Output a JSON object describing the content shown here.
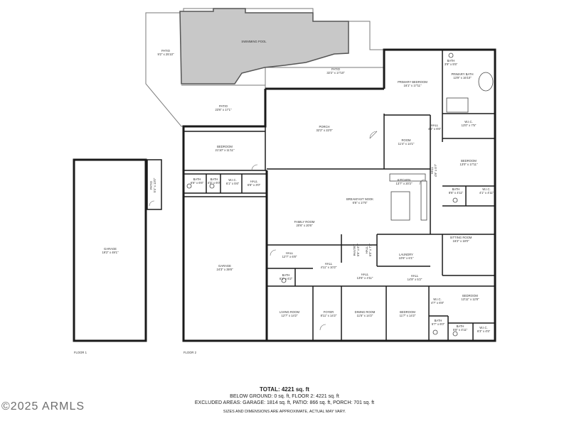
{
  "rooms": {
    "swimming_pool": {
      "name": "SWIMMING POOL",
      "dims": ""
    },
    "patio_w": {
      "name": "PATIO",
      "dims": "9'2\" x 25'10\""
    },
    "patio_mid": {
      "name": "PATIO",
      "dims": "23'6\" x 17'1\""
    },
    "patio_n": {
      "name": "PATIO",
      "dims": "32'2\" x 17'10\""
    },
    "porch": {
      "name": "PORCH",
      "dims": "32'2\" x 22'0\""
    },
    "primary_bedroom": {
      "name": "PRIMARY BEDROOM",
      "dims": "16'1\" x 17'11\""
    },
    "primary_bath": {
      "name": "PRIMARY BATH",
      "dims": "13'9\" x 16'10\""
    },
    "bath_primary_wc": {
      "name": "BATH",
      "dims": "3'9\" x 5'5\""
    },
    "wic_primary": {
      "name": "W.I.C.",
      "dims": "13'0\" x 7'5\""
    },
    "room": {
      "name": "ROOM",
      "dims": "11'4\" x 14'1\""
    },
    "hall_a": {
      "name": "HALL",
      "dims": "4'5\" x 6'6\""
    },
    "hall_b": {
      "name": "HALL",
      "dims": "4'9\" x 5'7\""
    },
    "bedroom_nw": {
      "name": "BEDROOM",
      "dims": "21'10\" x 11'11\""
    },
    "bath_a": {
      "name": "BATH",
      "dims": "6'6\" x 6'6\""
    },
    "bath_b": {
      "name": "BATH",
      "dims": "4'3\" x 6'0\""
    },
    "wic_a": {
      "name": "W.I.C.",
      "dims": "6'1\" x 5'6\""
    },
    "hall_c": {
      "name": "HALL",
      "dims": "6'8\" x 3'0\""
    },
    "bedroom_e": {
      "name": "BEDROOM",
      "dims": "13'0\" x 17'11\""
    },
    "bath_c": {
      "name": "BATH",
      "dims": "8'6\" x 4'11\""
    },
    "wic_b": {
      "name": "W.I.C.",
      "dims": "4'1\" x 4'11\""
    },
    "kitchen": {
      "name": "KITCHEN",
      "dims": "13'7\" x 20'2\""
    },
    "breakfast_nook": {
      "name": "BREAKFAST NOOK",
      "dims": "6'6\" x 17'6\""
    },
    "family_room": {
      "name": "FAMILY ROOM",
      "dims": "20'6\" x 20'6\""
    },
    "pantry": {
      "name": "PANTRY",
      "dims": "5'6\" x 8'1\""
    },
    "hall_d": {
      "name": "HALL",
      "dims": "6'0\" x 7'2\""
    },
    "laundry": {
      "name": "LAUNDRY",
      "dims": "10'6\" x 6'1\""
    },
    "sitting_room": {
      "name": "SITTING ROOM",
      "dims": "16'2\" x 18'0\""
    },
    "garage_main": {
      "name": "GARAGE",
      "dims": "24'3\" x 39'8\""
    },
    "hall_e": {
      "name": "HALL",
      "dims": "12'7\" x 6'8\""
    },
    "hall_f": {
      "name": "HALL",
      "dims": "4'11\" x 10'2\""
    },
    "hall_g": {
      "name": "HALL",
      "dims": "13'6\" x 4'11\""
    },
    "hall_h": {
      "name": "HALL",
      "dims": "14'9\" x 5'2\""
    },
    "bath_d": {
      "name": "BATH",
      "dims": "6'1\" x 6'2\""
    },
    "living_room": {
      "name": "LIVING ROOM",
      "dims": "12'7\" x 14'2\""
    },
    "foyer": {
      "name": "FOYER",
      "dims": "8'11\" x 14'2\""
    },
    "dining_room": {
      "name": "DINING ROOM",
      "dims": "11'5\" x 14'2\""
    },
    "bedroom_s": {
      "name": "BEDROOM",
      "dims": "11'7\" x 14'2\""
    },
    "wic_c": {
      "name": "W.I.C.",
      "dims": "4'7\" x 6'8\""
    },
    "bedroom_se": {
      "name": "BEDROOM",
      "dims": "13'11\" x 12'8\""
    },
    "bath_e": {
      "name": "BATH",
      "dims": "5'7\" x 6'0\""
    },
    "bath_f": {
      "name": "BATH",
      "dims": "5'8\" x 4'11\""
    },
    "wic_d": {
      "name": "W.I.C.",
      "dims": "6'3\" x 4'5\""
    },
    "garage_detached": {
      "name": "GARAGE",
      "dims": "19'2\" x 49'1\""
    },
    "patio_small": {
      "name": "PATIO",
      "dims": "5'4\" x 13'0\""
    }
  },
  "floors": {
    "floor1": "FLOOR 1",
    "floor2": "FLOOR 2"
  },
  "totals": {
    "total": "TOTAL: 4221 sq. ft",
    "line2": "BELOW GROUND: 0 sq. ft, FLOOR 2: 4221 sq. ft",
    "line3": "EXCLUDED AREAS: GARAGE: 1814 sq. ft, PATIO: 866 sq. ft, PORCH: 701 sq. ft",
    "disclaimer": "SIZES AND DIMENSIONS ARE APPROXIMATE, ACTUAL MAY VARY."
  },
  "watermark": "©2025 ARMLS"
}
